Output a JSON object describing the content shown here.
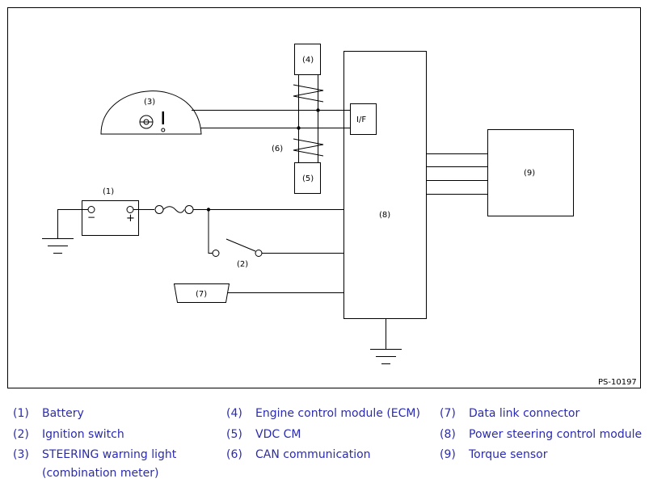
{
  "diagram": {
    "labels": {
      "c1": "(1)",
      "c2": "(2)",
      "c3": "(3)",
      "c4": "(4)",
      "c5": "(5)",
      "c6": "(6)",
      "c7": "(7)",
      "c8": "(8)",
      "c9": "(9)",
      "if": "I/F",
      "minus": "−",
      "plus": "+",
      "code": "PS-10197"
    }
  },
  "legend": [
    {
      "num": "(1)",
      "text": "Battery"
    },
    {
      "num": "(2)",
      "text": "Ignition switch"
    },
    {
      "num": "(3)",
      "text": "STEERING warning light",
      "text2": "(combination meter)"
    },
    {
      "num": "(4)",
      "text": "Engine control module (ECM)"
    },
    {
      "num": "(5)",
      "text": "VDC CM"
    },
    {
      "num": "(6)",
      "text": "CAN communication"
    },
    {
      "num": "(7)",
      "text": "Data link connector"
    },
    {
      "num": "(8)",
      "text": "Power steering control module"
    },
    {
      "num": "(9)",
      "text": "Torque sensor"
    }
  ]
}
